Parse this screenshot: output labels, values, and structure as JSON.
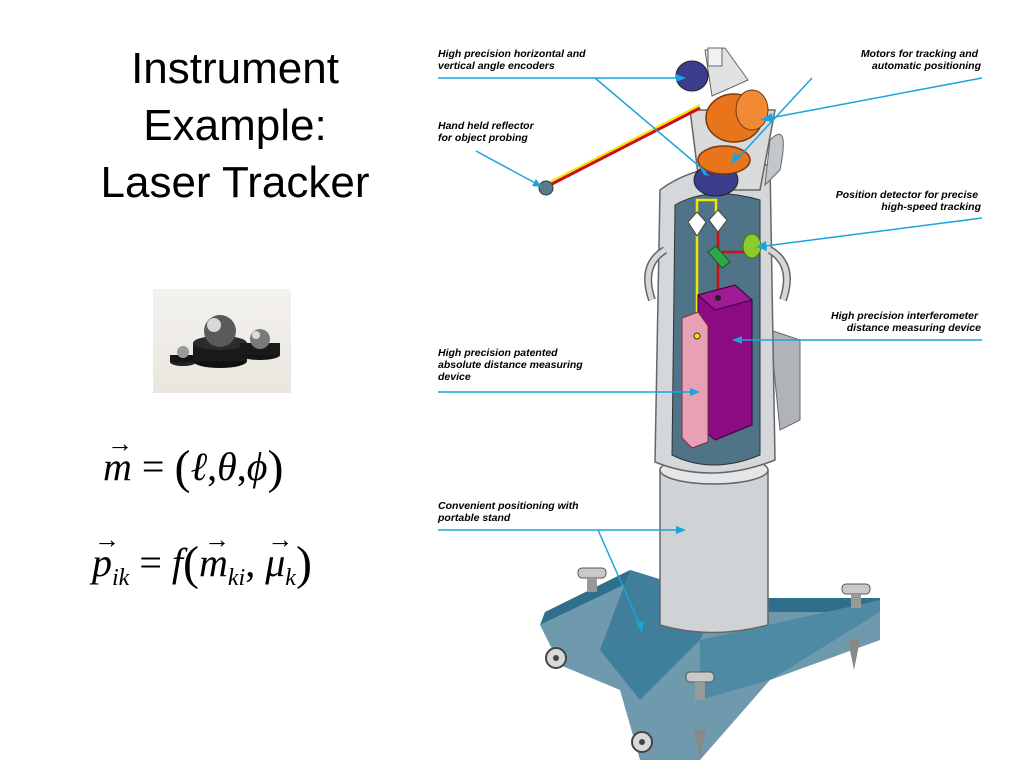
{
  "slide": {
    "title_lines": [
      "Instrument",
      "Example:",
      "Laser Tracker"
    ]
  },
  "equations": {
    "eq1": {
      "lhs": "m",
      "op": "=",
      "args": [
        "ℓ",
        "θ",
        "ϕ"
      ]
    },
    "eq2": {
      "lhs": "p",
      "lhs_sub": "ik",
      "op": "=",
      "func": "f",
      "arg1": "m",
      "arg1_sub": "ki",
      "arg2": "μ",
      "arg2_sub": "k"
    }
  },
  "diagram": {
    "labels": {
      "encoders": [
        "High precision horizontal and",
        "vertical angle encoders"
      ],
      "motors": [
        "Motors for tracking and",
        "automatic positioning"
      ],
      "reflector": [
        "Hand held reflector",
        "for object probing"
      ],
      "detector": [
        "Position detector for precise",
        "high-speed tracking"
      ],
      "interferometer": [
        "High precision interferometer",
        "distance measuring device"
      ],
      "adm": [
        "High precision patented",
        "absolute distance measuring",
        "device"
      ],
      "stand": [
        "Convenient positioning with",
        "portable stand"
      ]
    },
    "colors": {
      "leader": "#1aa3dc",
      "motor": "#e8741c",
      "encoder": "#3c3c8c",
      "interferometer": "#8c0a82",
      "adm": "#e8a0b4",
      "detector": "#8ccc2a",
      "stand": "#2f6f8c",
      "beam_red": "#cc1010",
      "beam_yellow": "#f5e600"
    }
  }
}
